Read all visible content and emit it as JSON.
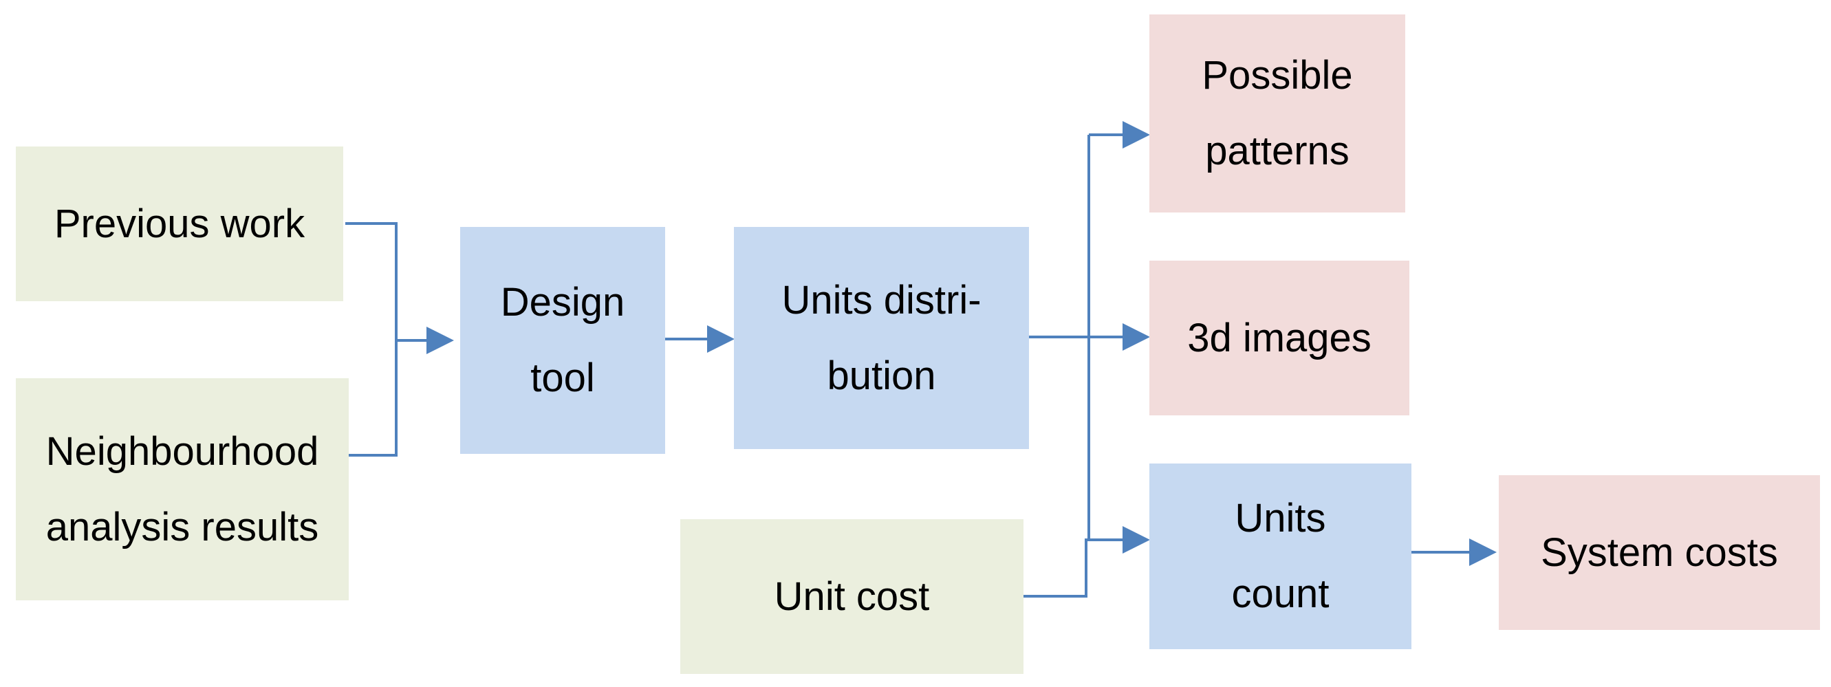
{
  "diagram": {
    "colors": {
      "input": "#ebefde",
      "process": "#c6d9f1",
      "output": "#f2dcdb",
      "connector": "#4f81bd"
    },
    "nodes": {
      "previous_work": {
        "label": "Previous work"
      },
      "neighbourhood_analysis": {
        "label": "Neighbourhood\nanalysis results"
      },
      "design_tool": {
        "label": "Design\ntool"
      },
      "units_distribution": {
        "label": "Units distri-\nbution"
      },
      "unit_cost": {
        "label": "Unit cost"
      },
      "possible_patterns": {
        "label": "Possible\npatterns"
      },
      "3d_images": {
        "label": "3d images"
      },
      "units_count": {
        "label": "Units\ncount"
      },
      "system_costs": {
        "label": "System costs"
      }
    },
    "edges": [
      {
        "from": "previous_work",
        "to": "design_tool"
      },
      {
        "from": "neighbourhood_analysis",
        "to": "design_tool"
      },
      {
        "from": "design_tool",
        "to": "units_distribution"
      },
      {
        "from": "units_distribution",
        "to": "possible_patterns"
      },
      {
        "from": "units_distribution",
        "to": "3d_images"
      },
      {
        "from": "units_distribution",
        "to": "units_count"
      },
      {
        "from": "unit_cost",
        "to": "units_count"
      },
      {
        "from": "units_count",
        "to": "system_costs"
      }
    ]
  }
}
